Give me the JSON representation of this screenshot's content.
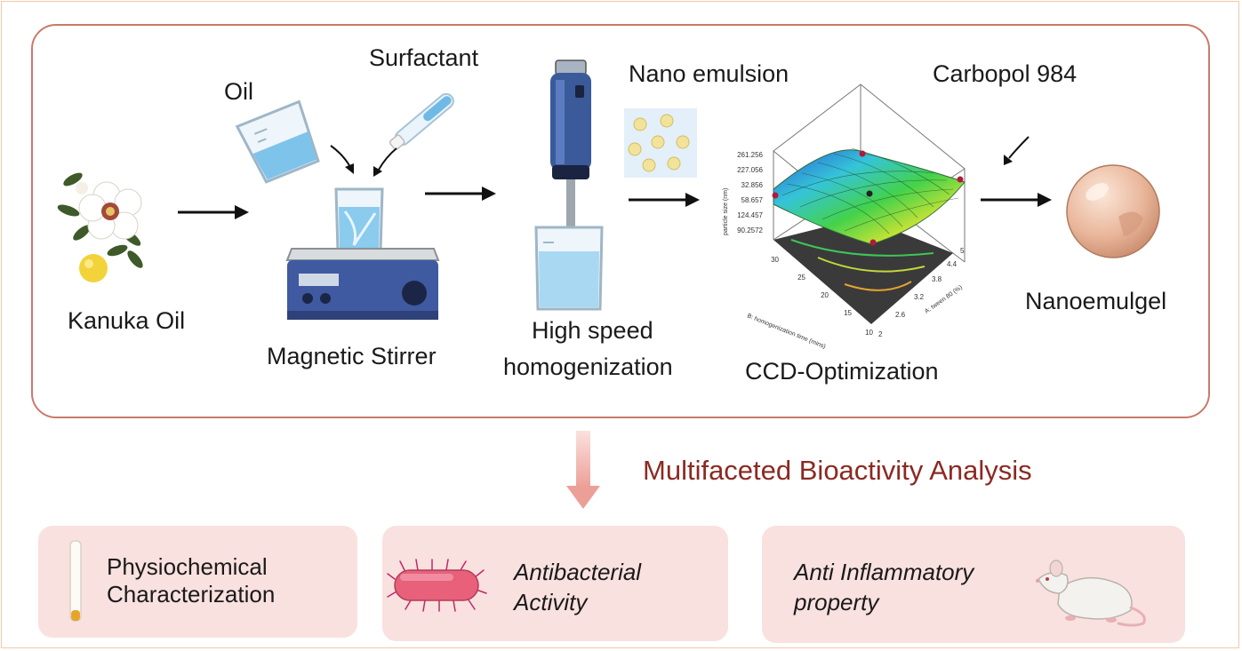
{
  "process": {
    "kanuka_oil": "Kanuka Oil",
    "oil": "Oil",
    "surfactant": "Surfactant",
    "magnetic_stirrer": "Magnetic Stirrer",
    "nano_emulsion": "Nano emulsion",
    "high_speed": "High speed",
    "homogenization": "homogenization",
    "carbopol": "Carbopol 984",
    "ccd": "CCD-Optimization",
    "nanoemulgel": "Nanoemulgel"
  },
  "surface_plot": {
    "z_label": "particle size (nm)",
    "z_ticks": [
      "261.256",
      "227.056",
      "32.856",
      "58.657",
      "124.457",
      "90.2572"
    ],
    "y_label": "B: homogenization time (mins)",
    "y_ticks": [
      "30",
      "25",
      "20",
      "15",
      "10"
    ],
    "x_label": "A: tween 80 (%)",
    "x_ticks": [
      "2",
      "2.6",
      "3.2",
      "3.8",
      "4.4",
      "5"
    ]
  },
  "analysis": {
    "title": "Multifaceted Bioactivity Analysis",
    "cards": [
      {
        "line1": "Physiochemical",
        "line2": "Characterization"
      },
      {
        "line1": "Antibacterial",
        "line2": "Activity"
      },
      {
        "line1": "Anti Inflammatory",
        "line2": "property"
      }
    ]
  },
  "colors": {
    "process_border": "#c97a6a",
    "banner_text": "#8b2a22",
    "card_bg": "#f9e1df",
    "down_arrow": "#f1b9b3"
  }
}
